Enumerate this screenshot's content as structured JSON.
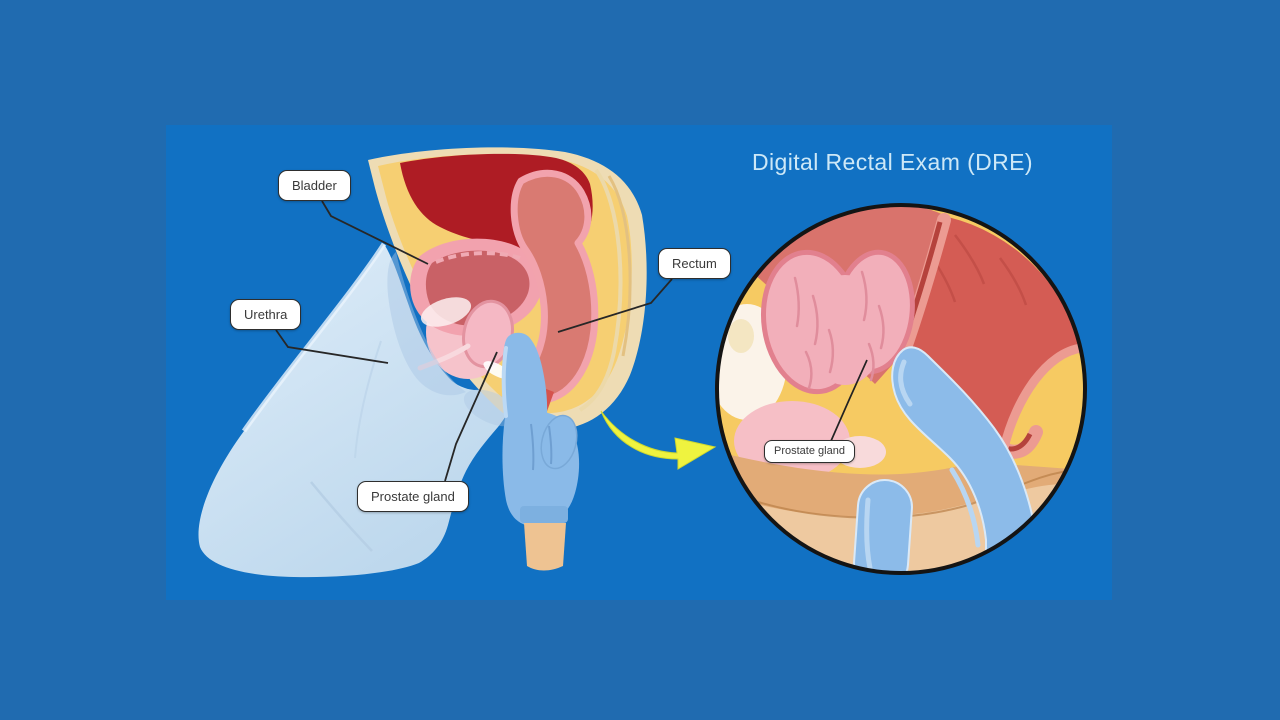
{
  "title": "Digital Rectal Exam (DRE)",
  "diagram": {
    "type": "medical-illustration",
    "subject": "Digital rectal exam of the prostate gland",
    "labels": {
      "bladder": "Bladder",
      "urethra": "Urethra",
      "rectum": "Rectum",
      "prostate_gland": "Prostate gland",
      "prostate_gland_zoom": "Prostate gland"
    }
  },
  "icons": {
    "zoom_arrow": "curved-arrow-right"
  },
  "colors": {
    "background_outer": "#206bb0",
    "background_panel": "#1171c3",
    "title_text": "#cde8f7",
    "label_bg": "#ffffff",
    "label_border": "#2e2e2e",
    "label_text": "#3a3a3a",
    "tissue_yellow": "#f6cf72",
    "tissue_rim": "#eedcb4",
    "abdomen_dark_red": "#ae1c24",
    "rectum_red": "#d97a72",
    "rectum_bright_red": "#d45c54",
    "organ_pink": "#f2a2ae",
    "prostate_pink": "#f2afba",
    "glove_blue": "#8abae8",
    "skin_tan": "#eec392",
    "body_silhouette": "#cfe4f4",
    "arrow_yellow": "#eff33f"
  }
}
